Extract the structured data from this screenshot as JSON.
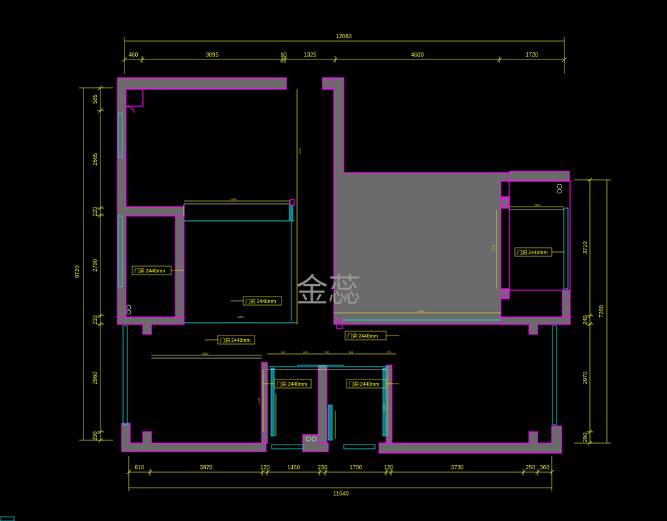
{
  "drawing": {
    "watermark": "金蕊",
    "top_overall": "12060",
    "top_segments": [
      "460",
      "3895",
      "60",
      "1325",
      "4600",
      "1720"
    ],
    "bottom_overall": "11640",
    "bottom_segments": [
      "610",
      "3870",
      "120",
      "1450",
      "230",
      "1700",
      "120",
      "3730",
      "250",
      "360"
    ],
    "left_overall": "9720",
    "left_segments": [
      "585",
      "2665",
      "220",
      "2790",
      "210",
      "2960",
      "290"
    ],
    "right_overall": "7280",
    "right_segments": [
      "3710",
      "240",
      "2970",
      "290"
    ],
    "door_tags": [
      "门洞 2440mm",
      "门洞 2440mm",
      "门洞 2440mm",
      "门洞 2440mm",
      "门洞 2440mm",
      "门洞 2440mm",
      "门洞 2440mm"
    ],
    "inner_dims": [
      "2450",
      "1210",
      "3050",
      "3870",
      "1230",
      "2290",
      "2280",
      "1670",
      "1400",
      "615",
      "100",
      "554",
      "230",
      "270"
    ]
  },
  "colors": {
    "background": "#000000",
    "wall_outline": "#ff00ff",
    "dimension": "#e8e83a",
    "glazing": "#18d8d8",
    "wall_fill": "#6b6b6b"
  }
}
